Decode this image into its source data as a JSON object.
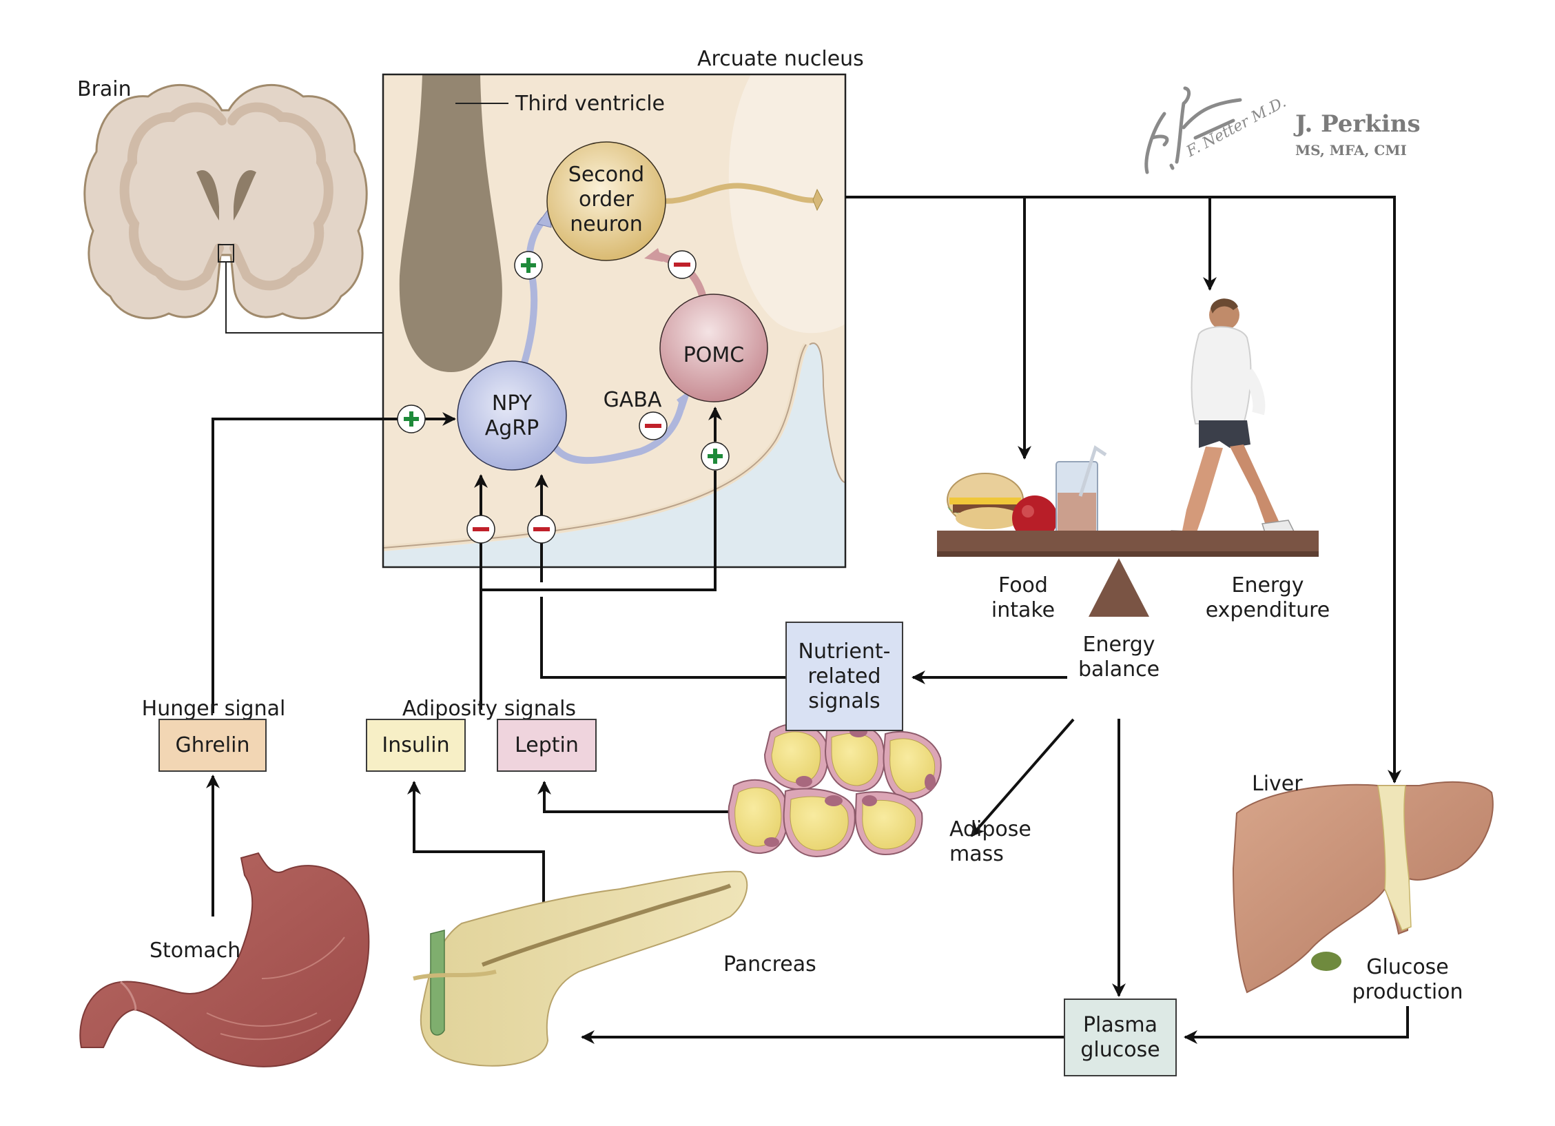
{
  "figure": {
    "brain_label": "Brain",
    "arcuate_label": "Arcuate nucleus",
    "third_ventricle_label": "Third ventricle",
    "neurons": {
      "second_order": "Second\norder\nneuron",
      "npy_agrp": "NPY\nAgRP",
      "pomc": "POMC"
    },
    "gaba_label": "GABA",
    "signature": {
      "netter": "F. Netter M.D.",
      "artist_name": "J. Perkins",
      "artist_credentials": "MS, MFA, CMI"
    },
    "scale": {
      "food_intake": "Food\nintake",
      "energy_expenditure": "Energy\nexpenditure",
      "energy_balance": "Energy\nbalance"
    },
    "boxes": {
      "nutrient": "Nutrient-\nrelated\nsignals",
      "ghrelin": "Ghrelin",
      "insulin": "Insulin",
      "leptin": "Leptin",
      "plasma_glucose": "Plasma\nglucose"
    },
    "group_labels": {
      "hunger_signal": "Hunger signal",
      "adiposity_signals": "Adiposity signals"
    },
    "organs": {
      "stomach": "Stomach",
      "pancreas": "Pancreas",
      "adipose": "Adipose\nmass",
      "liver": "Liver",
      "glucose_production": "Glucose\nproduction"
    },
    "signs": {
      "plus": "+",
      "minus": "−"
    }
  },
  "colors": {
    "ghrelin_box": "#f2d6b4",
    "insulin_box": "#f7efc6",
    "leptin_box": "#efd4dd",
    "nutrient_box": "#d9e1f3",
    "plasma_box": "#dde9e5",
    "arcuate_bg": "#f3e6d3",
    "ventricle": "#948671",
    "csf": "#dfeaf0",
    "npy": "#bcc3e6",
    "pomc": "#d8a6ab",
    "second_order": "#e3c982",
    "plus_green": "#1e8a3a",
    "minus_red": "#c0202a",
    "scale_brown": "#7a5444"
  }
}
